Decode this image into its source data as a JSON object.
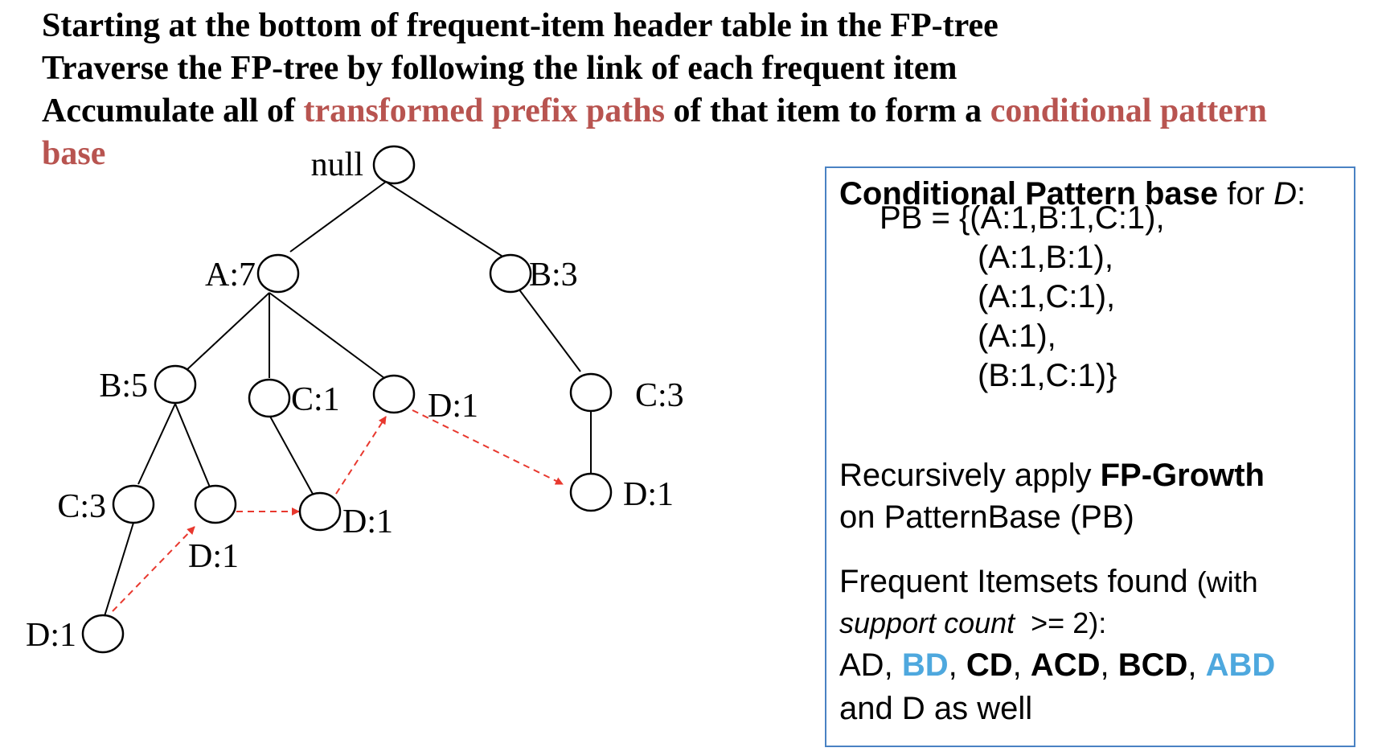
{
  "heading": {
    "line1": "Starting at the bottom of frequent-item header table in the FP-tree",
    "line2": "Traverse the FP-tree by following the link of each frequent item",
    "line3_a": "Accumulate all of ",
    "line3_b": "transformed prefix paths",
    "line3_c": " of that item to form a ",
    "line3_d": "conditional pattern",
    "line4": "base"
  },
  "tree": {
    "nodes": [
      {
        "id": "null",
        "label": "null"
      },
      {
        "id": "A7",
        "label": "A:7"
      },
      {
        "id": "B3",
        "label": "B:3"
      },
      {
        "id": "B5",
        "label": "B:5"
      },
      {
        "id": "C1",
        "label": "C:1"
      },
      {
        "id": "D1_a",
        "label": "D:1"
      },
      {
        "id": "C3_right",
        "label": "C:3"
      },
      {
        "id": "C3_left",
        "label": "C:3"
      },
      {
        "id": "D1_b",
        "label": "D:1"
      },
      {
        "id": "D1_c",
        "label": "D:1"
      },
      {
        "id": "D1_d",
        "label": "D:1"
      },
      {
        "id": "D1_e",
        "label": "D:1"
      }
    ]
  },
  "panel": {
    "title_bold": "Conditional Pattern base",
    "title_for": " for ",
    "title_item": "D",
    "title_colon": ":",
    "pb_lines": [
      "PB = {(A:1,B:1,C:1),",
      "(A:1,B:1),",
      "(A:1,C:1),",
      "(A:1),",
      "(B:1,C:1)}"
    ],
    "recursive_1a": "Recursively apply ",
    "recursive_1b": "FP-Growth",
    "recursive_2": "on PatternBase (PB)",
    "freq_1a": "Frequent Itemsets found ",
    "freq_1b": "(with",
    "freq_2a": "support count",
    "freq_2b": "  >= 2):",
    "itemsets": {
      "ad": "AD",
      "sep": ", ",
      "bd": "BD",
      "cd": "CD",
      "acd": "ACD",
      "bcd": "BCD",
      "abd": "ABD"
    },
    "freq_4": "and D as well"
  },
  "colors": {
    "highlight": "#b85450",
    "link_arrow": "#e8382e",
    "itemset_blue": "#4ea8de",
    "panel_border": "#4a82c3"
  }
}
